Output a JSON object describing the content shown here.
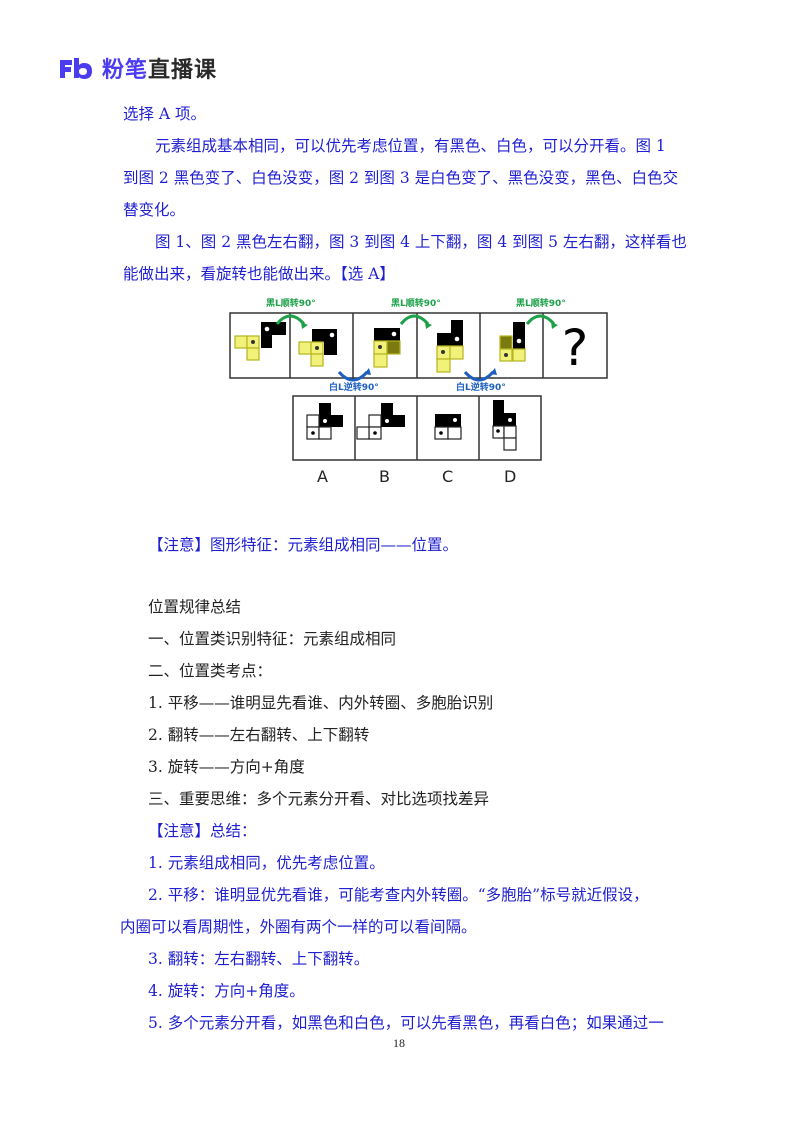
{
  "header": {
    "logo_brand": "粉笔",
    "logo_rest": "直播课",
    "brand_color": "#4b3cf0"
  },
  "answer": {
    "lines": [
      "选择 A 项。",
      "元素组成基本相同，可以优先考虑位置，有黑色、白色，可以分开看。图 1",
      "到图 2 黑色变了、白色没变，图 2 到图 3 是白色变了、黑色没变，黑色、白色交",
      "替变化。",
      "图 1、图 2 黑色左右翻，图 3 到图 4 上下翻，图 4 到图 5 左右翻，这样看也",
      "能做出来，看旋转也能做出来。【选 A】"
    ]
  },
  "figure": {
    "top_labels": [
      "黑L顺转90°",
      "黑L顺转90°",
      "黑L顺转90°"
    ],
    "bottom_labels": [
      "白L逆转90°",
      "白L逆转90°"
    ],
    "question_mark": "?",
    "options": [
      "A",
      "B",
      "C",
      "D"
    ],
    "label_colors": {
      "black_rotation": "#1fa14a",
      "white_rotation": "#1d5fbf"
    }
  },
  "note1": "【注意】图形特征：元素组成相同——位置。",
  "summary": {
    "title": "位置规律总结",
    "items": [
      "一、位置类识别特征：元素组成相同",
      "二、位置类考点：",
      "1. 平移——谁明显先看谁、内外转圈、多胞胎识别",
      "2. 翻转——左右翻转、上下翻转",
      "3. 旋转——方向+角度",
      "三、重要思维：多个元素分开看、对比选项找差异"
    ]
  },
  "note2": {
    "title": "【注意】总结：",
    "items": [
      "1. 元素组成相同，优先考虑位置。",
      "2. 平移：谁明显优先看谁，可能考查内外转圈。“多胞胎”标号就近假设，",
      "内圈可以看周期性，外圈有两个一样的可以看间隔。",
      "3. 翻转：左右翻转、上下翻转。",
      "4. 旋转：方向+角度。",
      "5. 多个元素分开看，如黑色和白色，可以先看黑色，再看白色；如果通过一"
    ]
  },
  "page_number": "18"
}
